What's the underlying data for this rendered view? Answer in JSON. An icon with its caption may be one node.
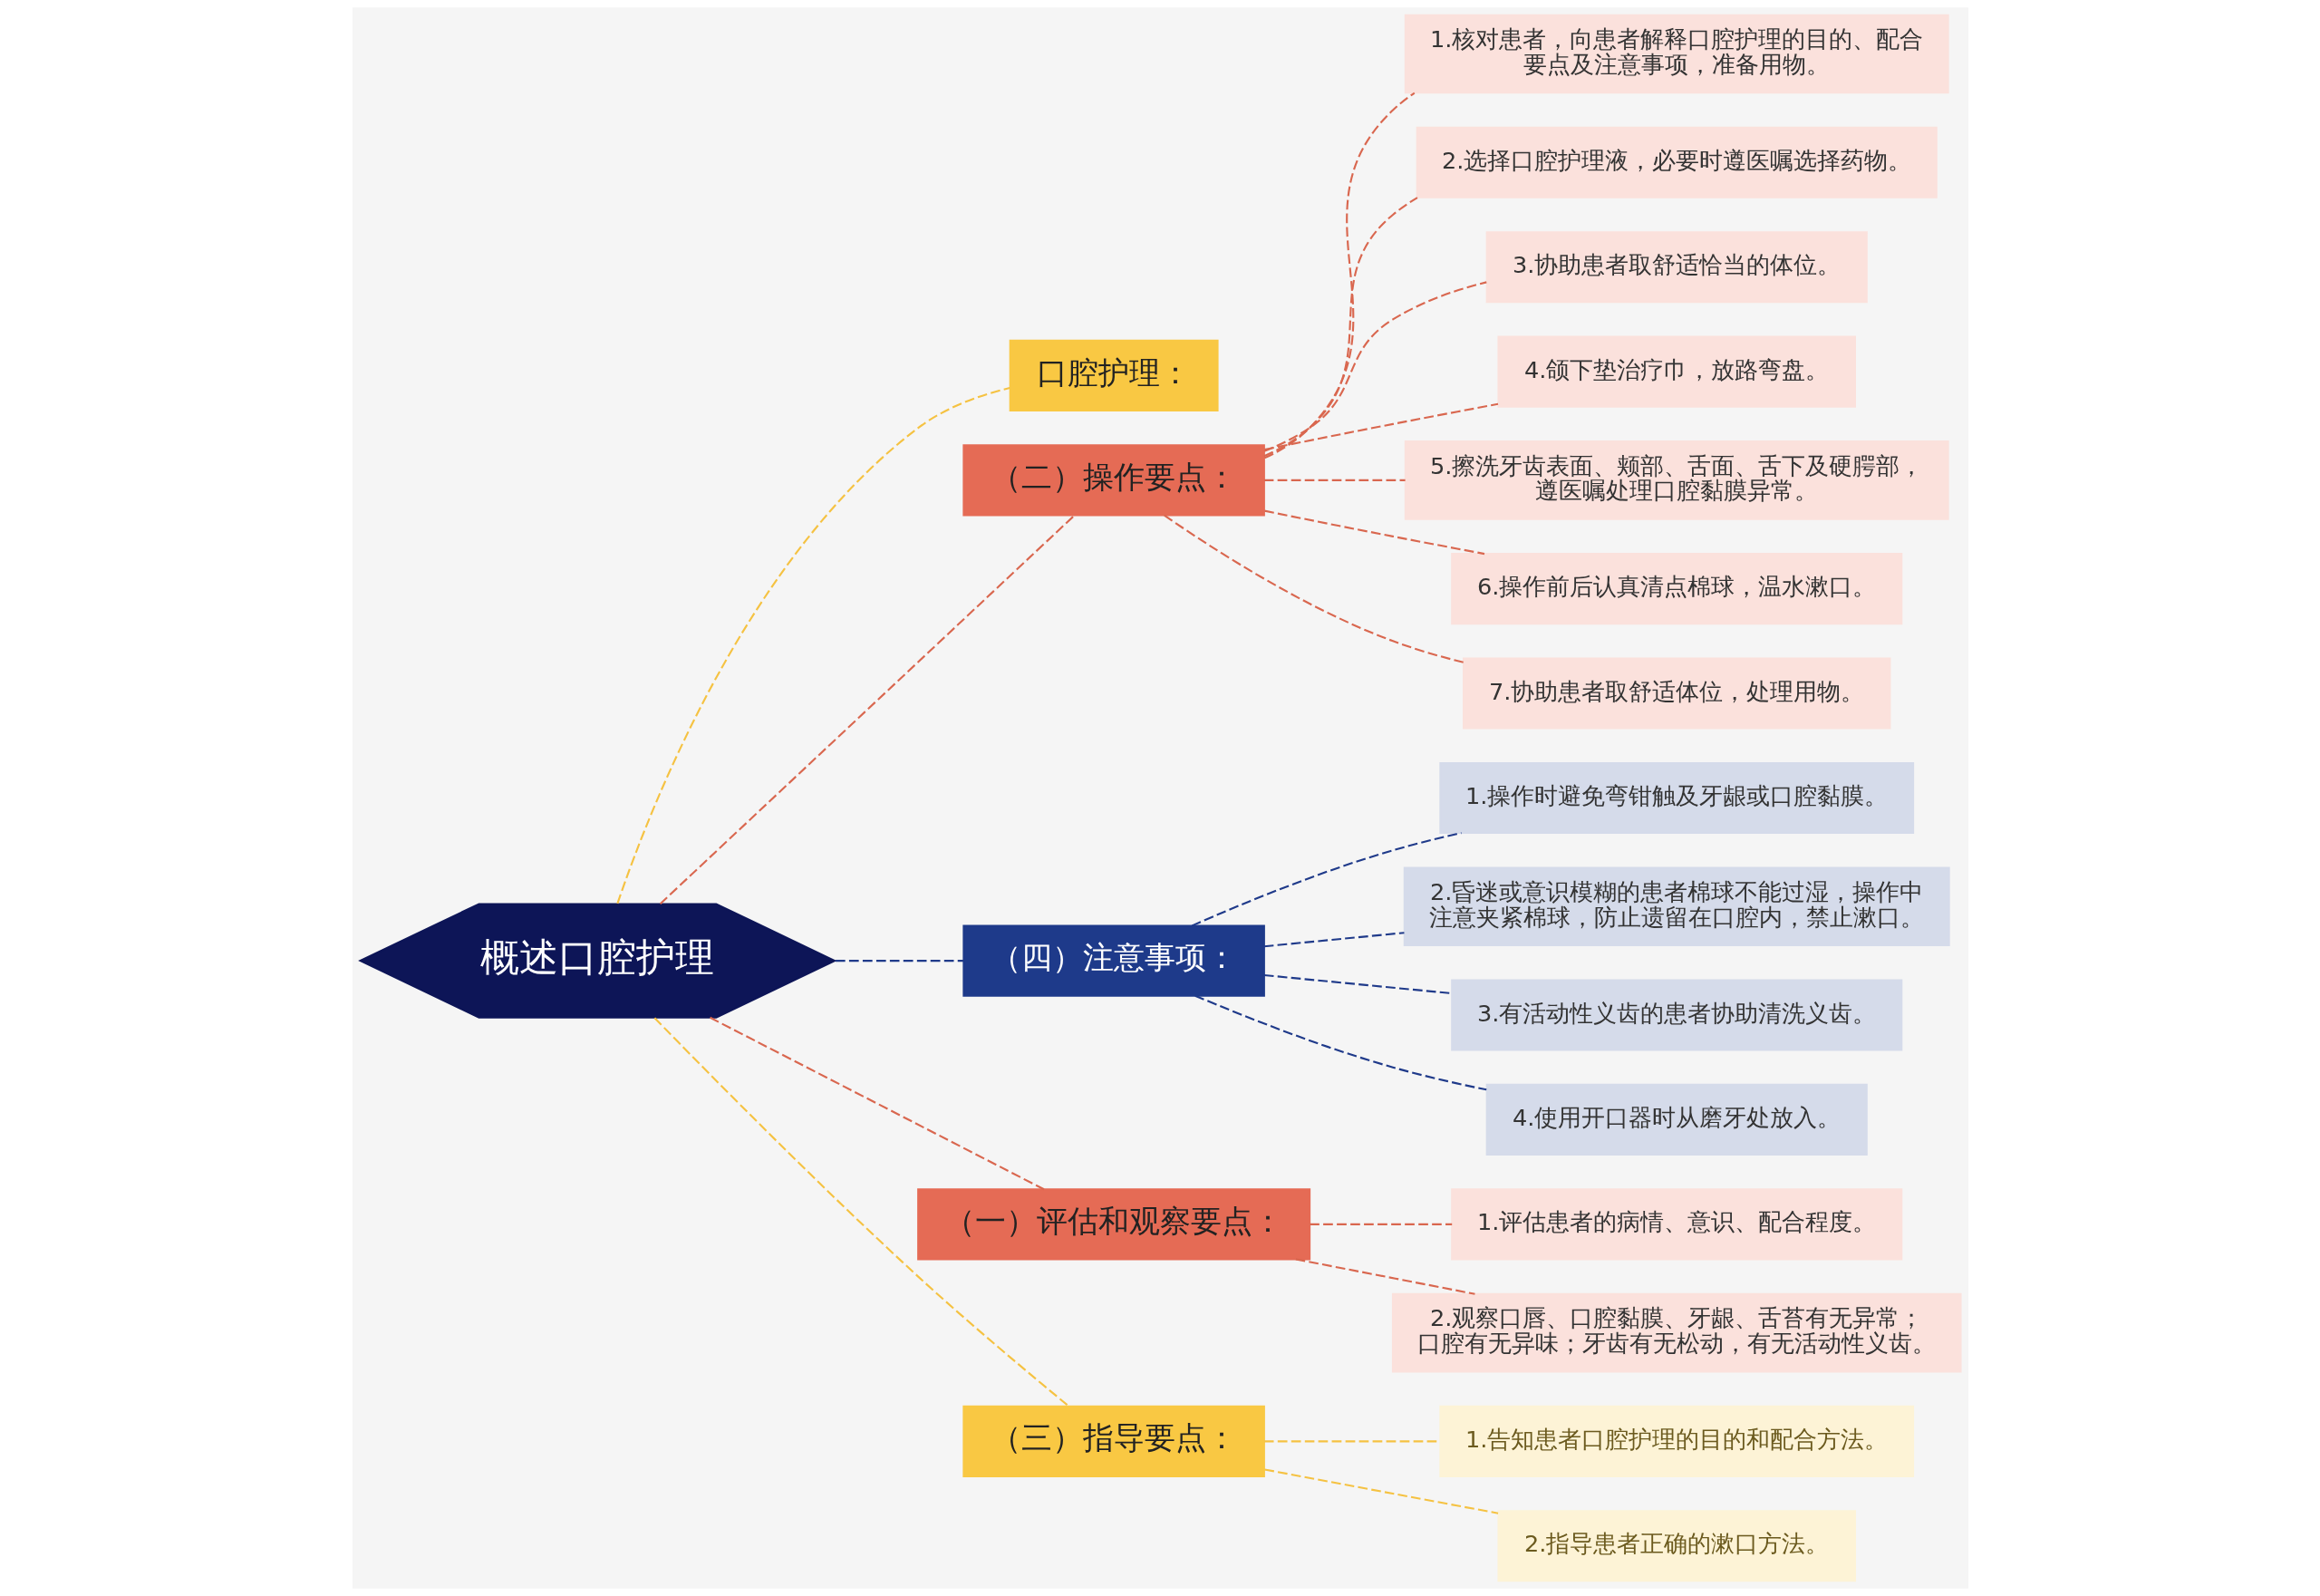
{
  "diagram": {
    "nodes": [
      {
        "text": [
          "概述口腔护理"
        ]
      },
      {
        "text": [
          "口腔护理："
        ]
      },
      {
        "text": [
          "（二）操作要点："
        ]
      },
      {
        "text": [
          "1.核对患者，向患者解释口腔护理的目的、配合要点及注意事项，准备用物。"
        ]
      },
      {
        "text": [
          "2.选择口腔护理液，必要时遵医嘱选择药物。"
        ]
      },
      {
        "text": [
          "3.协助患者取舒适恰当的体位。"
        ]
      },
      {
        "text": [
          "4.颌下垫治疗巾，放路弯盘。"
        ]
      },
      {
        "text": [
          "5.擦洗牙齿表面、颊部、舌面、舌下及硬腭部，遵医嘱处理口腔黏膜异常。"
        ]
      },
      {
        "text": [
          "6.操作前后认真清点棉球，温水漱口。"
        ]
      },
      {
        "text": [
          "7.协助患者取舒适体位，处理用物。"
        ]
      },
      {
        "text": [
          "（四）注意事项："
        ]
      },
      {
        "text": [
          "1.操作时避免弯钳触及牙龈或口腔黏膜。"
        ]
      },
      {
        "text": [
          "2.昏迷或意识模糊的患者棉球不能过湿，操作中注意夹紧棉球，防止遗留在口腔内，禁止漱口。"
        ]
      },
      {
        "text": [
          "3.有活动性义齿的患者协助清洗义齿。"
        ]
      },
      {
        "text": [
          "4.使用开口器时从磨牙处放入。"
        ]
      },
      {
        "text": [
          "（一）评估和观察要点："
        ]
      },
      {
        "text": [
          "1.评估患者的病情、意识、配合程度。"
        ]
      },
      {
        "text": [
          "2.观察口唇、口腔黏膜、牙龈、舌苔有无异常；口腔有无异味；牙齿有无松动，有无活动性义齿。"
        ]
      },
      {
        "text": [
          "（三）指导要点："
        ]
      },
      {
        "text": [
          "1.告知患者口腔护理的目的和配合方法。"
        ]
      },
      {
        "text": [
          "2.指导患者正确的漱口方法。"
        ]
      }
    ],
    "edges": [
      {
        "from": 0,
        "to": 1,
        "arrow": "none",
        "style": "dashed",
        "color": "#f5c242"
      },
      {
        "from": 0,
        "to": 2,
        "arrow": "none",
        "style": "dashed"
      },
      {
        "from": 2,
        "to": 3,
        "arrow": "none",
        "style": "dashed"
      },
      {
        "from": 2,
        "to": 4,
        "arrow": "none",
        "style": "dashed"
      },
      {
        "from": 2,
        "to": 5,
        "arrow": "none",
        "style": "dashed"
      },
      {
        "from": 2,
        "to": 6,
        "arrow": "none",
        "style": "dashed"
      },
      {
        "from": 2,
        "to": 7,
        "arrow": "none",
        "style": "dashed"
      },
      {
        "from": 2,
        "to": 8,
        "arrow": "none",
        "style": "dashed"
      },
      {
        "from": 2,
        "to": 9,
        "arrow": "none",
        "style": "dashed"
      },
      {
        "from": 0,
        "to": 10,
        "arrow": "none",
        "style": "dashed",
        "color": "#1f3a8a"
      },
      {
        "from": 10,
        "to": 11,
        "arrow": "none",
        "style": "dashed",
        "color": "#1f3a8a"
      },
      {
        "from": 10,
        "to": 12,
        "arrow": "none",
        "style": "dashed",
        "color": "#1f3a8a"
      },
      {
        "from": 10,
        "to": 13,
        "arrow": "none",
        "style": "dashed",
        "color": "#1f3a8a"
      },
      {
        "from": 10,
        "to": 14,
        "arrow": "none",
        "style": "dashed",
        "color": "#1f3a8a"
      },
      {
        "from": 0,
        "to": 15,
        "arrow": "none",
        "style": "dashed"
      },
      {
        "from": 15,
        "to": 16,
        "arrow": "none",
        "style": "dashed"
      },
      {
        "from": 15,
        "to": 17,
        "arrow": "none",
        "style": "dashed"
      },
      {
        "from": 0,
        "to": 18,
        "arrow": "none",
        "style": "dashed",
        "color": "#f5c242"
      },
      {
        "from": 18,
        "to": 19,
        "arrow": "none",
        "style": "dashed",
        "color": "#f5c242"
      },
      {
        "from": 18,
        "to": 20,
        "arrow": "none",
        "style": "dashed",
        "color": "#f5c242"
      }
    ]
  }
}
